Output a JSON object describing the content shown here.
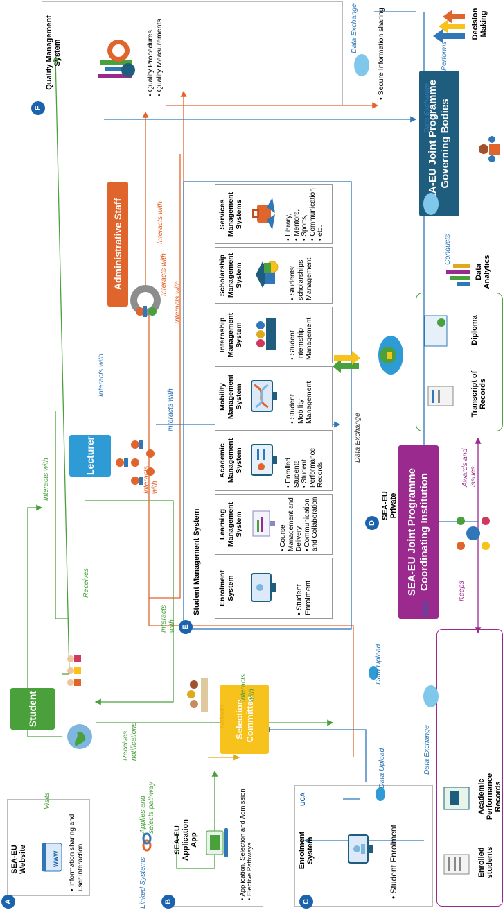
{
  "colors": {
    "green": "#4aa13c",
    "orange": "#e0652c",
    "blue": "#2f77b8",
    "navy": "#1b64ad",
    "purple": "#9b2a8f",
    "yellow": "#f7c21b",
    "teal": "#1f5d7e"
  },
  "actors": {
    "student": "Student",
    "lecturer": "Lecturer",
    "admin_staff": "Administrative Staff",
    "selection_committee": "Selection Committee",
    "governing_bodies": "SEA-EU Joint Programme Governing Bodies",
    "coordinating_institution": "SEA-EU Joint Programme Coordinating Institution"
  },
  "badges": {
    "a": "A",
    "b": "B",
    "c": "C",
    "d": "D",
    "e": "E",
    "f": "F"
  },
  "website": {
    "title": "SEA-EU Website",
    "items": [
      "Information sharing and user interaction"
    ]
  },
  "application_app": {
    "title": "SEA-EU Application App",
    "items": [
      "Application, Selection and Admission",
      "Elective Pathways"
    ]
  },
  "enrolment_c": {
    "title": "Enrolment System",
    "items": [
      "Student Enrolment"
    ]
  },
  "private_cloud": {
    "title": "SEA-EU Private Cloud"
  },
  "quality": {
    "title": "Quality Management System",
    "items": [
      "Quality Procedures",
      "Quality Measurements"
    ]
  },
  "secure_info": {
    "items": [
      "Secure Information sharing"
    ]
  },
  "sms": {
    "title": "Student Management System",
    "subsystems": [
      {
        "title": "Enrolment System",
        "items": [
          "Student Enrolment"
        ]
      },
      {
        "title": "Learning Management System",
        "items": [
          "Course Management and Delivery",
          "Communication and Collaboration"
        ]
      },
      {
        "title": "Academic Management System",
        "items": [
          "Enrolled Students",
          "Student Performance Records"
        ]
      },
      {
        "title": "Mobility Management System",
        "items": [
          "Student Mobility Management"
        ]
      },
      {
        "title": "Internship Management System",
        "items": [
          "Student Internship Management"
        ]
      },
      {
        "title": "Scholarship Management System",
        "items": [
          "Students' scholarships Management"
        ]
      },
      {
        "title": "Services Management Systems",
        "items": [
          "Library,",
          "Mentors,",
          "Sports,",
          "Communication",
          "etc."
        ]
      }
    ]
  },
  "records": {
    "enrolled": "Enrolled students",
    "academic": "Academic Performance Records",
    "transcript": "Transcript of Records",
    "diploma": "Diploma"
  },
  "governance": {
    "data_analytics": "Data Analytics",
    "decision_making": "Decision Making"
  },
  "edge_labels": {
    "visits": "Visits",
    "applies": "Applies and selects pathway",
    "receives_notifications": "Receives notifications",
    "interacts_with": "Interacts with",
    "linked_systems": "Linked Systems",
    "selects": "Selects",
    "data_upload": "Data Upload",
    "data_exchange": "Data Exchange",
    "receives": "Receives",
    "keeps": "Keeps",
    "awards": "Awards and issues",
    "conducts": "Conducts",
    "performs": "Performs"
  },
  "logos": {
    "uca": "UCA"
  }
}
